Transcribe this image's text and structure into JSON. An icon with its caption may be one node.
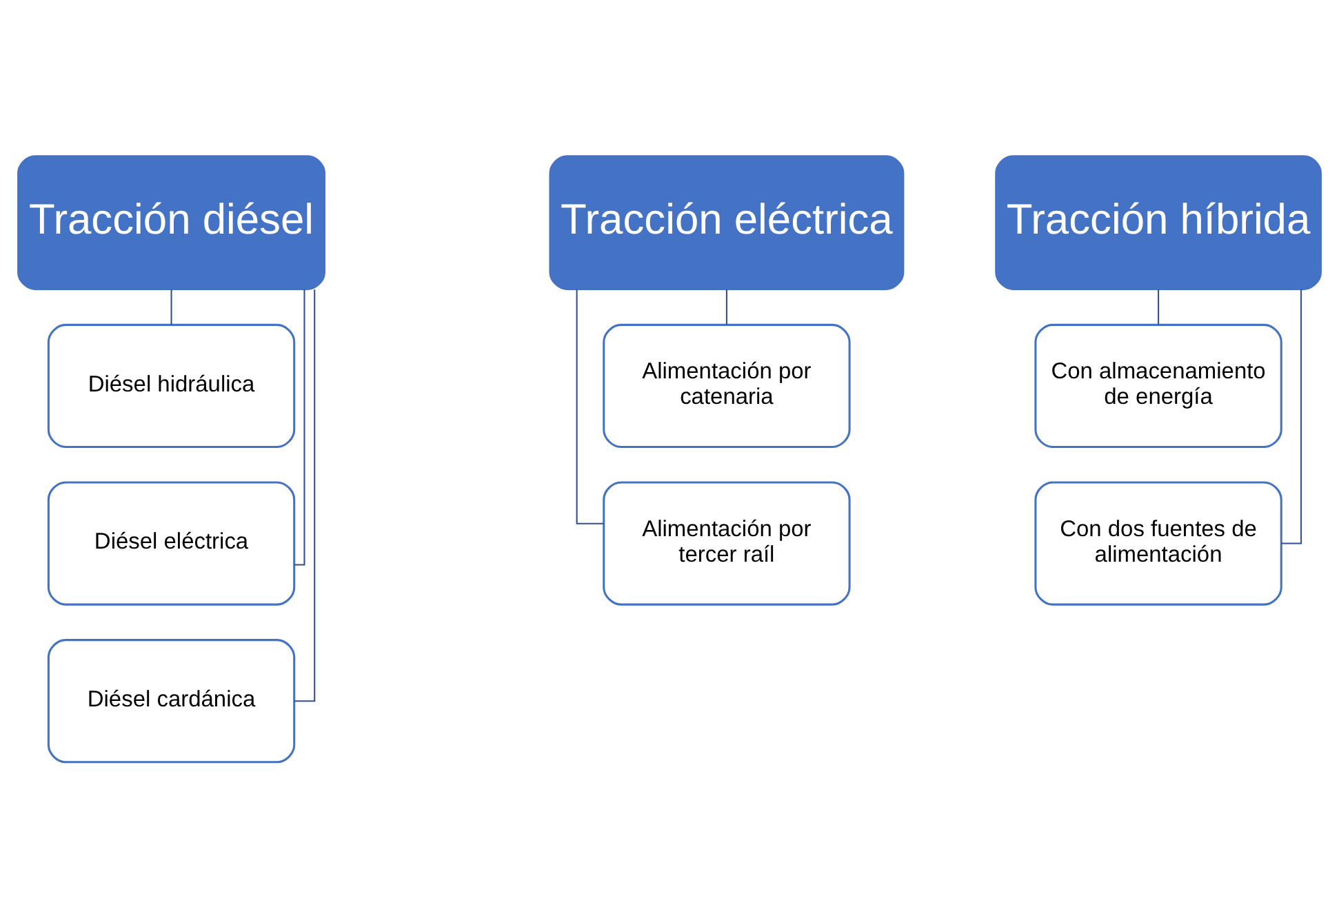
{
  "diagram": {
    "nodes": [
      {
        "text": [
          "Tracción diésel"
        ]
      },
      {
        "text": [
          "Diésel hidráulica"
        ]
      },
      {
        "text": [
          "Diésel eléctrica"
        ]
      },
      {
        "text": [
          "Diésel cardánica"
        ]
      },
      {
        "text": [
          "Tracción eléctrica"
        ]
      },
      {
        "text": [
          "Alimentación por catenaria"
        ]
      },
      {
        "text": [
          "Alimentación por tercer raíl"
        ]
      },
      {
        "text": [
          "Tracción híbrida"
        ]
      },
      {
        "text": [
          "Con almacenamiento de energía"
        ]
      },
      {
        "text": [
          "Con dos fuentes de alimentación"
        ]
      }
    ],
    "edges": [
      {
        "from": 0,
        "to": 1,
        "arrow": "none"
      },
      {
        "from": 0,
        "to": 2,
        "arrow": "none"
      },
      {
        "from": 0,
        "to": 3,
        "arrow": "none"
      },
      {
        "from": 4,
        "to": 5,
        "arrow": "none"
      },
      {
        "from": 4,
        "to": 6,
        "arrow": "none"
      },
      {
        "from": 7,
        "to": 8,
        "arrow": "none"
      },
      {
        "from": 7,
        "to": 9,
        "arrow": "none"
      }
    ]
  }
}
